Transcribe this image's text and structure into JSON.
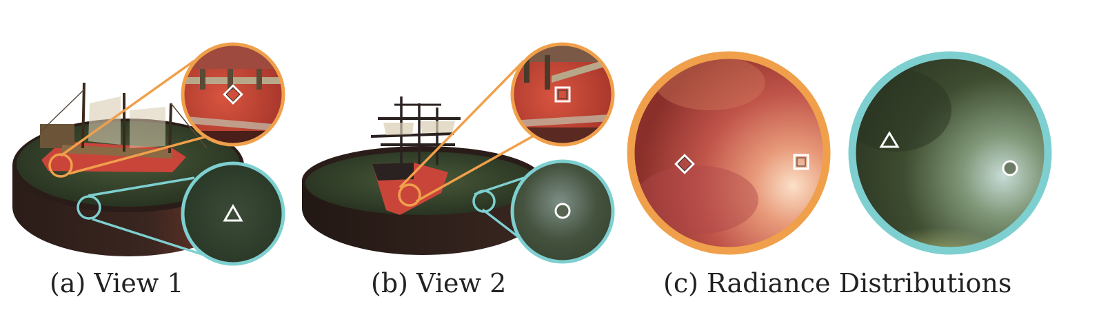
{
  "captions": {
    "view1": "(a) View 1",
    "view2": "(b) View 2",
    "radiance": "(c) Radiance Distributions"
  },
  "markers": {
    "orange_points": [
      "diamond-marker",
      "square-marker"
    ],
    "cyan_points": [
      "triangle-marker",
      "circle-marker"
    ]
  },
  "colors": {
    "orange_accent": "#f0a04b",
    "cyan_accent": "#7ecfd0",
    "hull_red": "#c9453a",
    "water_green": "#2f3d2a",
    "basin_dark": "#2a1c18"
  }
}
